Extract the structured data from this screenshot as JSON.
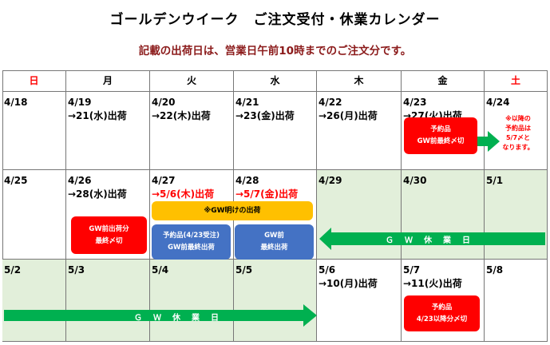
{
  "header": {
    "title": "ゴールデンウイーク　ご注文受付・休業カレンダー",
    "subtitle": "記載の出荷日は、営業日午前10時までのご注文分です。"
  },
  "weekdays": [
    "日",
    "月",
    "火",
    "水",
    "木",
    "金",
    "土"
  ],
  "weekday_colors": {
    "sunday": "#ff0000",
    "saturday": "#ff0000",
    "default": "#000000"
  },
  "colors": {
    "holiday_bg": "#e2efda",
    "arrow": "#00b050",
    "badge_red": "#ff0000",
    "badge_blue": "#4472c4",
    "badge_yellow": "#ffc000",
    "subtitle": "#8b1a1a"
  },
  "weeks": [
    [
      {
        "date": "4/18",
        "ship": ""
      },
      {
        "date": "4/19",
        "ship": "→21(水)出荷"
      },
      {
        "date": "4/20",
        "ship": "→22(木)出荷"
      },
      {
        "date": "4/21",
        "ship": "→23(金)出荷"
      },
      {
        "date": "4/22",
        "ship": "→26(月)出荷"
      },
      {
        "date": "4/23",
        "ship": "→27(火)出荷"
      },
      {
        "date": "4/24",
        "ship": ""
      }
    ],
    [
      {
        "date": "4/25",
        "ship": ""
      },
      {
        "date": "4/26",
        "ship": "→28(水)出荷"
      },
      {
        "date": "4/27",
        "ship": "→5/6(木)出荷"
      },
      {
        "date": "4/28",
        "ship": "→5/7(金)出荷"
      },
      {
        "date": "4/29",
        "ship": ""
      },
      {
        "date": "4/30",
        "ship": ""
      },
      {
        "date": "5/1",
        "ship": ""
      }
    ],
    [
      {
        "date": "5/2",
        "ship": ""
      },
      {
        "date": "5/3",
        "ship": ""
      },
      {
        "date": "5/4",
        "ship": ""
      },
      {
        "date": "5/5",
        "ship": ""
      },
      {
        "date": "5/6",
        "ship": "→10(月)出荷"
      },
      {
        "date": "5/7",
        "ship": "→11(火)出荷"
      },
      {
        "date": "5/8",
        "ship": ""
      }
    ]
  ],
  "badges": {
    "preorder_gw_line1": "予約品",
    "preorder_gw_line2": "GW前最終〆切",
    "note_line1": "※以降の",
    "note_line2": "予約品は",
    "note_line3": "5/7〆と",
    "note_line4": "なります。",
    "gw_ship_line1": "GW前出荷分",
    "gw_ship_line2": "最終〆切",
    "after_gw": "※GW明けの出荷",
    "preorder_0423_line1": "予約品(4/23受注)",
    "preorder_0423_line2": "GW前最終出荷",
    "gw_before_line1": "GW前",
    "gw_before_line2": "最終出荷",
    "preorder_after_line1": "予約品",
    "preorder_after_line2": "4/23以降分〆切"
  },
  "arrows": {
    "holiday_label_top": "ＧＷ休業日",
    "holiday_label_bottom": "ＧＷ休業日"
  }
}
